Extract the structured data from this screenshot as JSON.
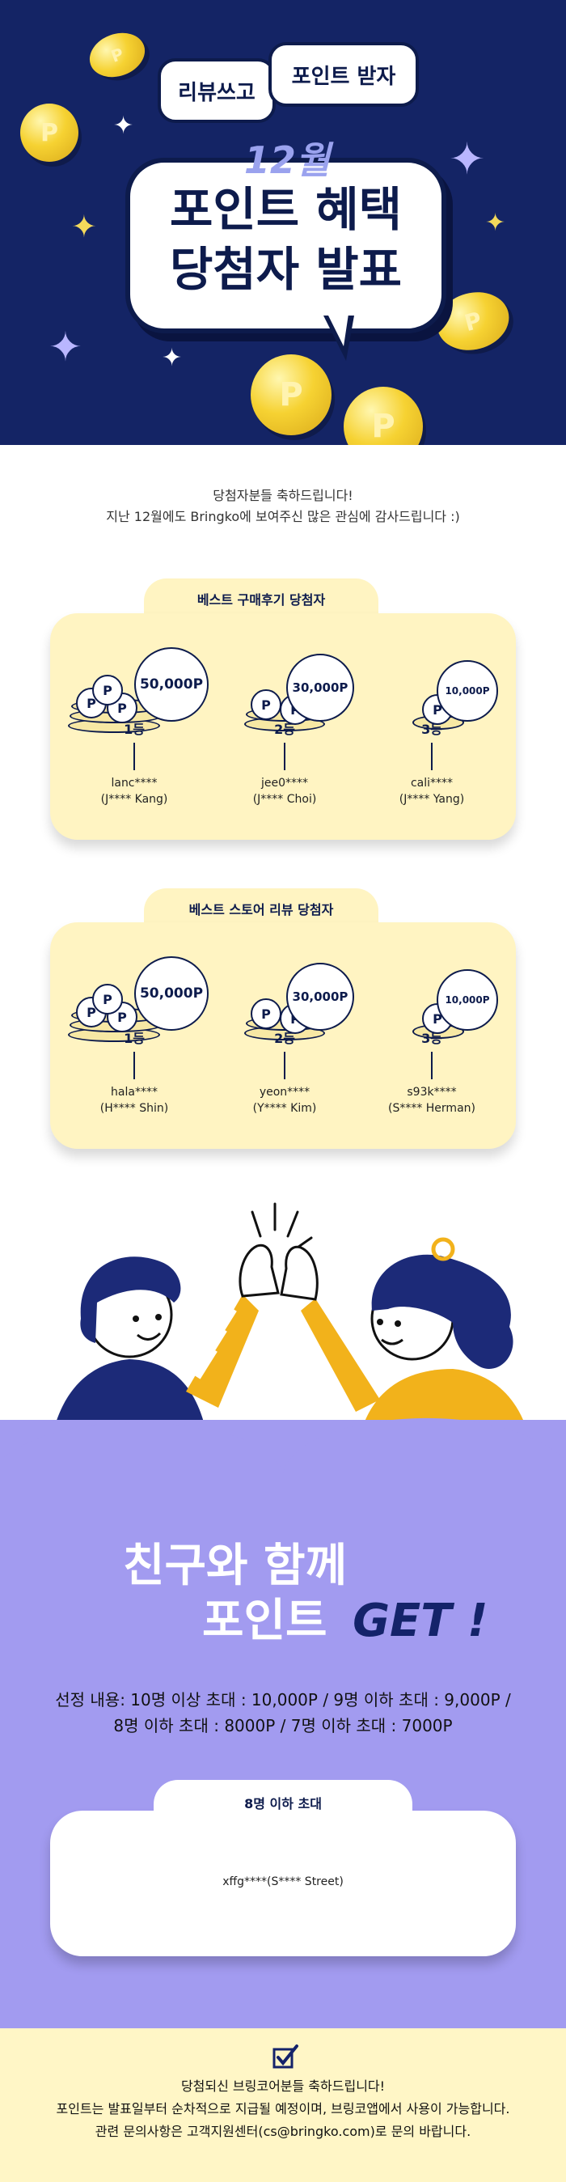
{
  "hero": {
    "bubble_left": "리뷰쓰고",
    "bubble_right": "포인트 받자",
    "month": "12월",
    "title_line1": "포인트 혜택",
    "title_line2": "당첨자 발표",
    "coin_symbol": "P"
  },
  "intro": {
    "line1": "당첨자분들 축하드립니다!",
    "line2": "지난 12월에도 Bringko에 보여주신 많은 관심에 감사드립니다 :)"
  },
  "best_purchase": {
    "title": "베스트 구매후기 당첨자",
    "winners": [
      {
        "points": "50,000P",
        "place": "1등",
        "id": "lanc****",
        "name": "(J**** Kang)"
      },
      {
        "points": "30,000P",
        "place": "2등",
        "id": "jee0****",
        "name": "(J**** Choi)"
      },
      {
        "points": "10,000P",
        "place": "3등",
        "id": "cali****",
        "name": "(J**** Yang)"
      }
    ]
  },
  "best_store": {
    "title": "베스트 스토어 리뷰 당첨자",
    "winners": [
      {
        "points": "50,000P",
        "place": "1등",
        "id": "hala****",
        "name": "(H**** Shin)"
      },
      {
        "points": "30,000P",
        "place": "2등",
        "id": "yeon****",
        "name": "(Y**** Kim)"
      },
      {
        "points": "10,000P",
        "place": "3등",
        "id": "s93k****",
        "name": "(S**** Herman)"
      }
    ]
  },
  "friends": {
    "title_line1": "친구와 함께",
    "title_line2": "포인트",
    "title_get": "GET !",
    "offer_line1": "선정 내용: 10명 이상 초대 : 10,000P / 9명 이하 초대 : 9,000P /",
    "offer_line2": "8명 이하 초대 : 8000P / 7명 이하 초대 : 7000P",
    "card_title": "8명 이하 초대",
    "card_winner": "xffg****(S**** Street)"
  },
  "footer": {
    "line1": "당첨되신 브링코어분들 축하드립니다!",
    "line2": "포인트는 발표일부터 순차적으로 지급될 예정이며, 브링코앱에서 사용이 가능합니다.",
    "line3": "관련 문의사항은 고객지원센터(cs@bringko.com)로 문의 바랍니다."
  },
  "colors": {
    "navy": "#142465",
    "cream": "#fff4c2",
    "purple": "#a29bf0",
    "gold": "#f6d232"
  }
}
